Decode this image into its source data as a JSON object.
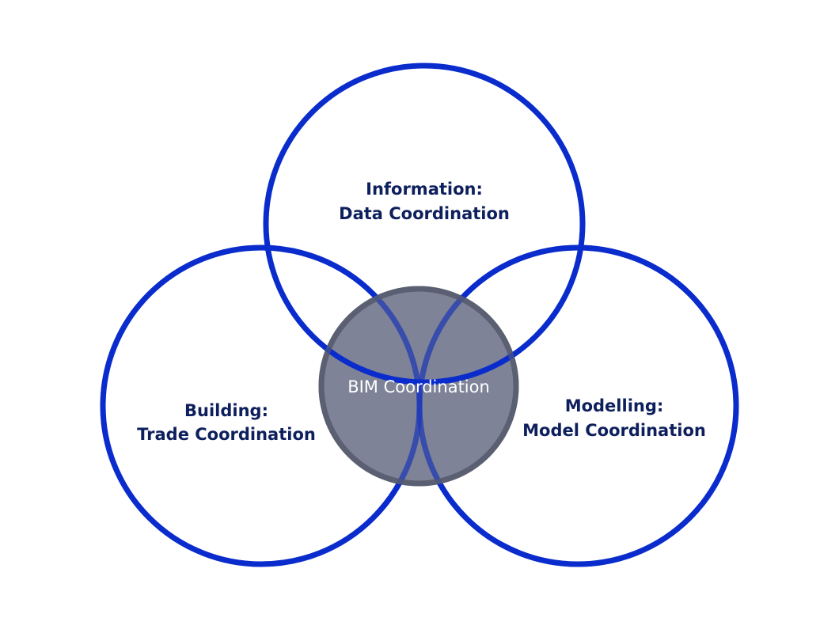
{
  "diagram": {
    "top": {
      "line1": "Information:",
      "line2": "Data Coordination"
    },
    "left": {
      "line1": "Building:",
      "line2": "Trade Coordination"
    },
    "right": {
      "line1": "Modelling:",
      "line2": "Model Coordination"
    },
    "center": {
      "label": "BIM Coordination"
    }
  },
  "colors": {
    "ring_stroke": "#0a2ccc",
    "label_text": "#0d1f5c",
    "core_fill": "#6b7088",
    "core_stroke": "#5a5f72",
    "core_text": "#ffffff"
  }
}
